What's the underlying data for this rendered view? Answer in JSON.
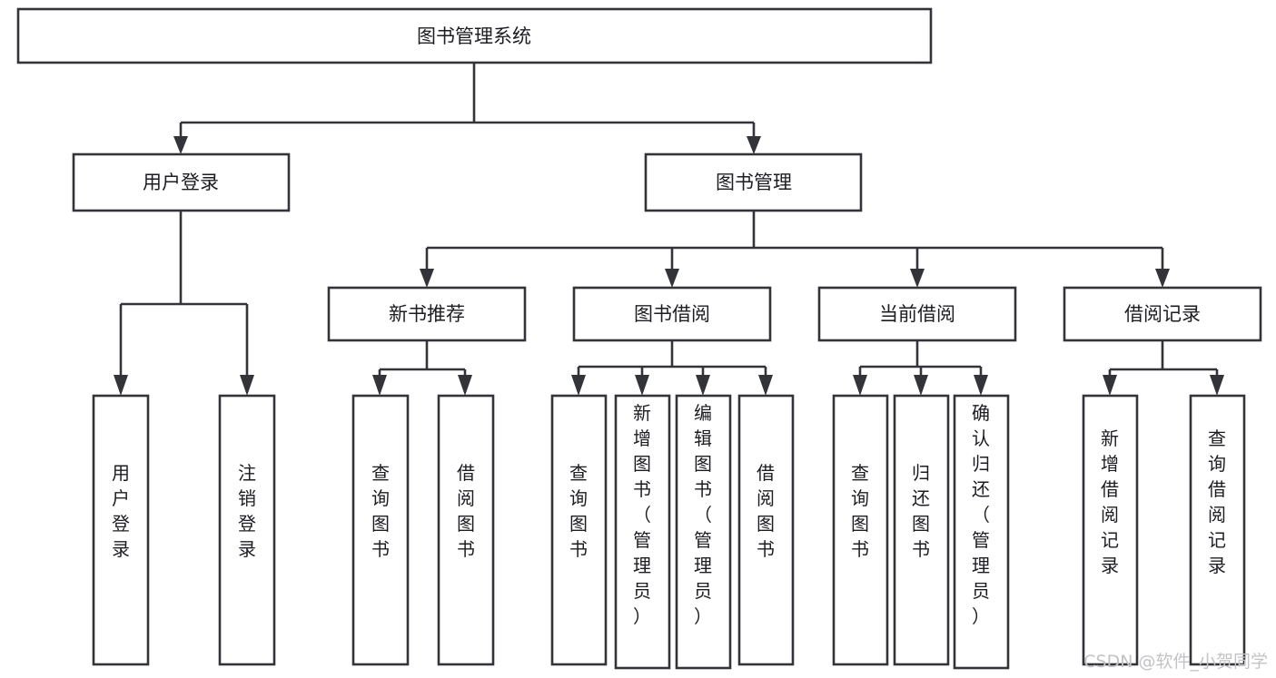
{
  "diagram": {
    "title": "图书管理系统",
    "type": "tree-hierarchy",
    "watermark": "CSDN @软件_小贺同学",
    "colors": {
      "stroke": "#33333a",
      "box_fill": "#ffffff",
      "text": "#1c1c22",
      "background": "#ffffff",
      "watermark": "#c3c3c6"
    },
    "levels": [
      {
        "level": 1,
        "nodes": [
          {
            "id": "root",
            "label": "图书管理系统",
            "orientation": "horizontal"
          }
        ]
      },
      {
        "level": 2,
        "nodes": [
          {
            "id": "login",
            "label": "用户登录",
            "orientation": "horizontal",
            "parent": "root"
          },
          {
            "id": "bookmgmt",
            "label": "图书管理",
            "orientation": "horizontal",
            "parent": "root"
          }
        ]
      },
      {
        "level": 3,
        "nodes": [
          {
            "id": "newbook",
            "label": "新书推荐",
            "orientation": "horizontal",
            "parent": "bookmgmt"
          },
          {
            "id": "borrow",
            "label": "图书借阅",
            "orientation": "horizontal",
            "parent": "bookmgmt"
          },
          {
            "id": "current",
            "label": "当前借阅",
            "orientation": "horizontal",
            "parent": "bookmgmt"
          },
          {
            "id": "records",
            "label": "借阅记录",
            "orientation": "horizontal",
            "parent": "bookmgmt"
          }
        ]
      },
      {
        "level": 4,
        "nodes": [
          {
            "id": "leaf-user-login",
            "label": "用户登录",
            "orientation": "vertical",
            "parent": "login"
          },
          {
            "id": "leaf-user-logout",
            "label": "注销登录",
            "orientation": "vertical",
            "parent": "login"
          },
          {
            "id": "leaf-query-book-1",
            "label": "查询图书",
            "orientation": "vertical",
            "parent": "newbook"
          },
          {
            "id": "leaf-borrow-book-1",
            "label": "借阅图书",
            "orientation": "vertical",
            "parent": "newbook"
          },
          {
            "id": "leaf-query-book-2",
            "label": "查询图书",
            "orientation": "vertical",
            "parent": "borrow"
          },
          {
            "id": "leaf-add-book",
            "label": "新增图书（管理员）",
            "orientation": "vertical",
            "parent": "borrow"
          },
          {
            "id": "leaf-edit-book",
            "label": "编辑图书（管理员）",
            "orientation": "vertical",
            "parent": "borrow"
          },
          {
            "id": "leaf-borrow-book-2",
            "label": "借阅图书",
            "orientation": "vertical",
            "parent": "borrow"
          },
          {
            "id": "leaf-query-book-3",
            "label": "查询图书",
            "orientation": "vertical",
            "parent": "current"
          },
          {
            "id": "leaf-return-book",
            "label": "归还图书",
            "orientation": "vertical",
            "parent": "current"
          },
          {
            "id": "leaf-confirm-return",
            "label": "确认归还（管理员）",
            "orientation": "vertical",
            "parent": "current"
          },
          {
            "id": "leaf-add-record",
            "label": "新增借阅记录",
            "orientation": "vertical",
            "parent": "records"
          },
          {
            "id": "leaf-query-record",
            "label": "查询借阅记录",
            "orientation": "vertical",
            "parent": "records"
          }
        ]
      }
    ]
  }
}
